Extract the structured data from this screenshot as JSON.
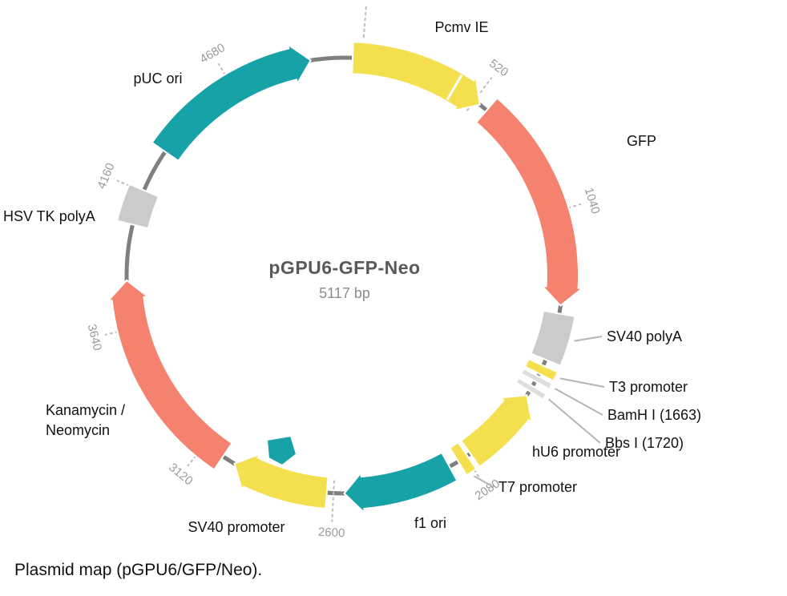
{
  "plasmid": {
    "name": "pGPU6-GFP-Neo",
    "size_label": "5117 bp",
    "length_bp": 5117
  },
  "caption": "Plasmid map (pGPU6/GFP/Neo).",
  "colors": {
    "backbone": "#7f7f7f",
    "promoter_yellow": "#f4df4e",
    "cds_red": "#f4826f",
    "ori_teal": "#16a2a6",
    "misc_gray": "#cbcbcb",
    "site_gray": "#dedede",
    "tick": "#bdbdbd",
    "tick_label": "#9b9b9b",
    "leader": "#b5b5b5"
  },
  "ticks": [
    {
      "bp": 65,
      "label": "",
      "r0": 298,
      "r1": 338
    },
    {
      "bp": 520,
      "label": "520"
    },
    {
      "bp": 1040,
      "label": "1040"
    },
    {
      "bp": 2080,
      "label": "2080"
    },
    {
      "bp": 2600,
      "label": "2600"
    },
    {
      "bp": 3120,
      "label": "3120"
    },
    {
      "bp": 3640,
      "label": "3640"
    },
    {
      "bp": 4160,
      "label": "4160"
    },
    {
      "bp": 4680,
      "label": "4680"
    }
  ],
  "features": [
    {
      "id": "pcmv-ie",
      "label": "Pcmv IE",
      "start": 30,
      "end": 545,
      "color": "promoter_yellow",
      "shape": "arrow-cw",
      "divider_bp": 430
    },
    {
      "id": "gfp",
      "label": "GFP",
      "start": 578,
      "end": 1392,
      "color": "cds_red",
      "shape": "arrow-cw"
    },
    {
      "id": "sv40-polya",
      "label": "SV40 polyA",
      "start": 1422,
      "end": 1602,
      "color": "misc_gray",
      "shape": "block"
    },
    {
      "id": "t3-promoter",
      "label": "T3 promoter",
      "start": 1626,
      "end": 1660,
      "color": "promoter_yellow",
      "shape": "block"
    },
    {
      "id": "bamhi-site",
      "label": "BamH I (1663)",
      "start": 1670,
      "end": 1692,
      "color": "site_gray",
      "shape": "block"
    },
    {
      "id": "bbsi-site",
      "label": "Bbs I (1720)",
      "start": 1712,
      "end": 1734,
      "color": "site_gray",
      "shape": "block"
    },
    {
      "id": "hu6-promoter",
      "label": "hU6 promoter",
      "start": 1752,
      "end": 2058,
      "color": "promoter_yellow",
      "shape": "arrow-ccw"
    },
    {
      "id": "t7-promoter",
      "label": "T7 promoter",
      "start": 2072,
      "end": 2112,
      "color": "promoter_yellow",
      "shape": "block"
    },
    {
      "id": "f1-ori",
      "label": "f1 ori",
      "start": 2150,
      "end": 2560,
      "color": "ori_teal",
      "shape": "arrow-cw"
    },
    {
      "id": "sv40-promoter",
      "label": "SV40 promoter",
      "start": 2625,
      "end": 2990,
      "color": "promoter_yellow",
      "shape": "arrow-cw"
    },
    {
      "id": "kan-neo",
      "label": "Kanamycin / Neomycin",
      "label_lines": [
        "Kanamycin /",
        "Neomycin"
      ],
      "start": 3040,
      "end": 3820,
      "color": "cds_red",
      "shape": "arrow-cw"
    },
    {
      "id": "hsv-tk-polya",
      "label": "HSV TK polyA",
      "start": 4030,
      "end": 4165,
      "color": "misc_gray",
      "shape": "block"
    },
    {
      "id": "puc-ori",
      "label": "pUC ori",
      "start": 4330,
      "end": 4990,
      "color": "ori_teal",
      "shape": "arrow-cw"
    }
  ],
  "marker": {
    "id": "unlabeled-marker",
    "color": "ori_teal"
  }
}
